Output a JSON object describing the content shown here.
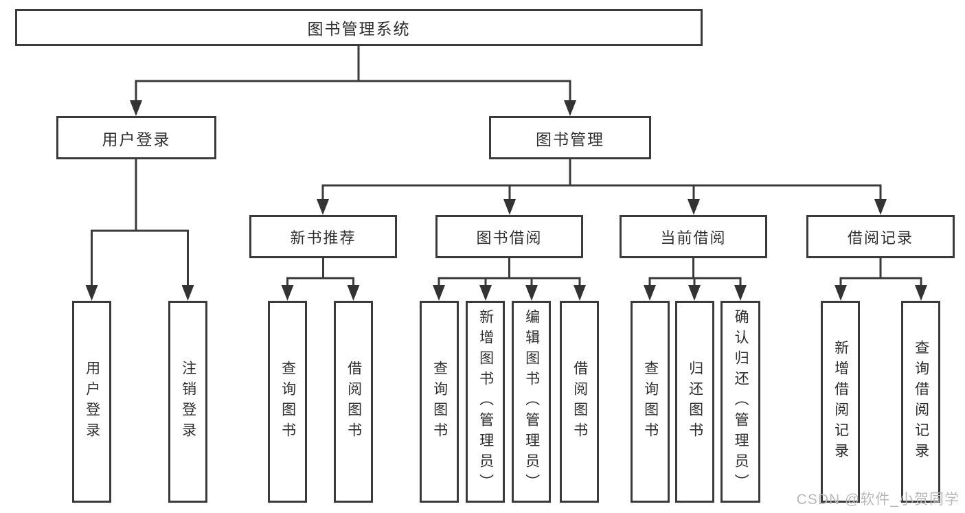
{
  "colors": {
    "line": "#3a3a3a",
    "box_border": "#3a3a3a",
    "text": "#2d2d2d",
    "watermark": "#b8b8b8",
    "background": "#ffffff"
  },
  "nodes": {
    "root": {
      "label": "图书管理系统"
    },
    "user_login": {
      "label": "用户登录"
    },
    "book_management": {
      "label": "图书管理"
    },
    "new_book_recommend": {
      "label": "新书推荐"
    },
    "book_borrowing": {
      "label": "图书借阅"
    },
    "current_borrowing": {
      "label": "当前借阅"
    },
    "borrowing_records": {
      "label": "借阅记录"
    },
    "leaf_user_login": {
      "label": "用户登录"
    },
    "leaf_logout": {
      "label": "注销登录"
    },
    "leaf_query_books_recommend": {
      "label": "查询图书"
    },
    "leaf_borrow_books_recommend": {
      "label": "借阅图书"
    },
    "leaf_query_books_borrowing": {
      "label": "查询图书"
    },
    "leaf_add_books_admin": {
      "label": "新增图书（管理员）"
    },
    "leaf_edit_books_admin": {
      "label": "编辑图书（管理员）"
    },
    "leaf_borrow_books_borrowing": {
      "label": "借阅图书"
    },
    "leaf_query_books_current": {
      "label": "查询图书"
    },
    "leaf_return_books": {
      "label": "归还图书"
    },
    "leaf_confirm_return_admin": {
      "label": "确认归还（管理员）"
    },
    "leaf_add_borrowing_record": {
      "label": "新增借阅记录"
    },
    "leaf_query_borrowing_record": {
      "label": "查询借阅记录"
    }
  },
  "watermark": {
    "text": "CSDN @软件_小贺同学"
  }
}
